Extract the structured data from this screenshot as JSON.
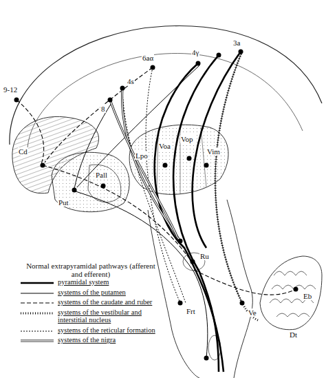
{
  "diagram": {
    "labels": [
      "9-12",
      "8",
      "4s",
      "6aα",
      "4γ",
      "3a",
      "Cd",
      "Put",
      "Pall",
      "Lpo",
      "Voa",
      "Vop",
      "Vim",
      "Ru",
      "Frt",
      "Ve",
      "Eb",
      "Dt",
      "Normal extrapyramidal pathways (afferent and efferent)"
    ],
    "legend": [
      {
        "text": "pyramidal system"
      },
      {
        "text": "systems of the putamen"
      },
      {
        "text": "systems of the caudate and ruber"
      },
      {
        "text": "systems of the vestibular and interstitial nucleus"
      },
      {
        "text": "systems of the reticular formation"
      },
      {
        "text": "systems of the nigra"
      }
    ]
  }
}
